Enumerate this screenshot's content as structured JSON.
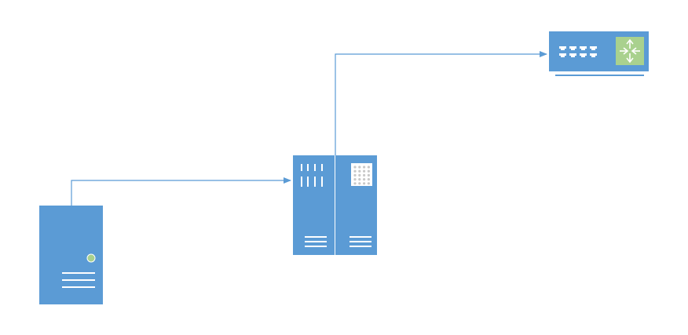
{
  "diagram": {
    "colors": {
      "device": "#5b9bd5",
      "connector": "#5b9bd5",
      "detail": "#ffffff",
      "led": "#a9d18e",
      "switch_panel": "#a9d18e",
      "grid_dot": "#c8c8c8"
    },
    "nodes": [
      {
        "id": "server",
        "icon": "server-tower-icon"
      },
      {
        "id": "rack",
        "icon": "server-rack-icon"
      },
      {
        "id": "switch",
        "icon": "network-switch-icon"
      }
    ],
    "connections": [
      {
        "from": "server",
        "to": "rack",
        "arrow": "end"
      },
      {
        "from": "rack",
        "to": "switch",
        "arrow": "end"
      }
    ]
  }
}
